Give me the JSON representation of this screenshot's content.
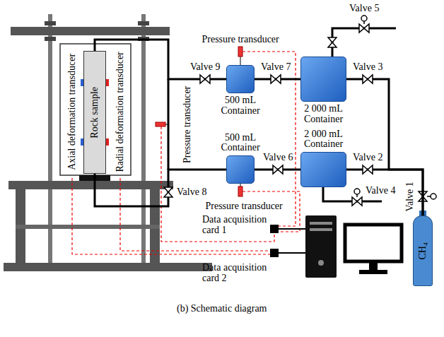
{
  "diagram": {
    "caption": "(b) Schematic diagram",
    "nodes": [
      {
        "text": [
          "Rock sample"
        ]
      },
      {
        "text": [
          "500 mL Container"
        ]
      },
      {
        "text": [
          "2 000 mL Container"
        ]
      },
      {
        "text": [
          "500 mL Container"
        ]
      },
      {
        "text": [
          "2 000 mL Container"
        ]
      },
      {
        "text": [
          "CH₄"
        ]
      }
    ],
    "edges": [
      {
        "from": 0,
        "to": 1,
        "arrow": "none",
        "label": "Valve 9"
      },
      {
        "from": 1,
        "to": 2,
        "arrow": "none",
        "label": "Valve 7"
      },
      {
        "from": 0,
        "to": 3,
        "arrow": "none",
        "label": "Valve 8"
      },
      {
        "from": 3,
        "to": 4,
        "arrow": "none",
        "label": "Valve 6"
      },
      {
        "from": 2,
        "to": 5,
        "arrow": "none",
        "label": "Valve 3"
      },
      {
        "from": 4,
        "to": 5,
        "arrow": "none",
        "label": "Valve 2"
      }
    ],
    "labels": [
      "Pressure transducer",
      "Valve 5",
      "Pressure transducer",
      "Axial deformation transducer",
      "Radial deformation transducer",
      "Valve 1",
      "Valve 4",
      "Pressure transducer",
      "Data acquisition card 1",
      "Data acquisition card 2"
    ]
  }
}
